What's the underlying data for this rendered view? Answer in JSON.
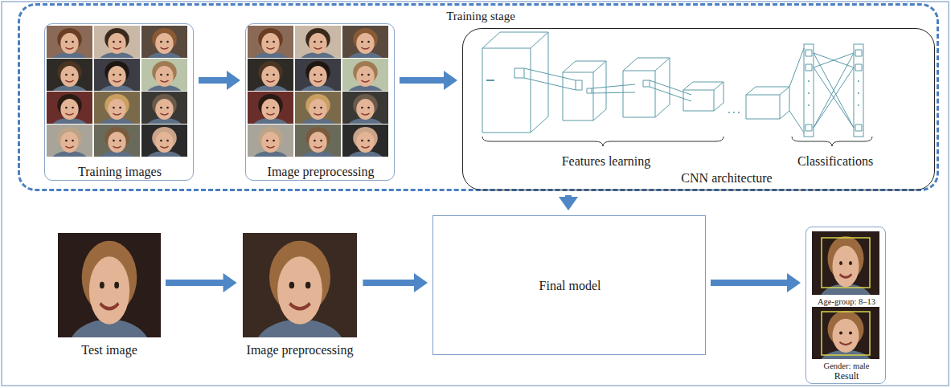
{
  "diagram": {
    "nodes": [
      {
        "text": [
          "Training stage"
        ]
      },
      {
        "text": [
          "Training images"
        ],
        "in": 0
      },
      {
        "text": [
          "Image preprocessing"
        ],
        "in": 0
      },
      {
        "text": [
          "Features learning",
          "Classifications",
          "CNN architecture"
        ],
        "in": 0
      },
      {
        "text": [
          "Test image"
        ]
      },
      {
        "text": [
          "Image preprocessing"
        ]
      },
      {
        "text": [
          "Final model"
        ]
      },
      {
        "text": [
          "Age-group: 8–13",
          "Gender: male",
          "Result"
        ]
      }
    ],
    "edges": [
      {
        "from": 1,
        "to": 2,
        "arrow": "to"
      },
      {
        "from": 2,
        "to": 3,
        "arrow": "to"
      },
      {
        "from": 3,
        "to": 6,
        "arrow": "to"
      },
      {
        "from": 4,
        "to": 5,
        "arrow": "to"
      },
      {
        "from": 5,
        "to": 6,
        "arrow": "to"
      },
      {
        "from": 6,
        "to": 7,
        "arrow": "to"
      }
    ]
  }
}
